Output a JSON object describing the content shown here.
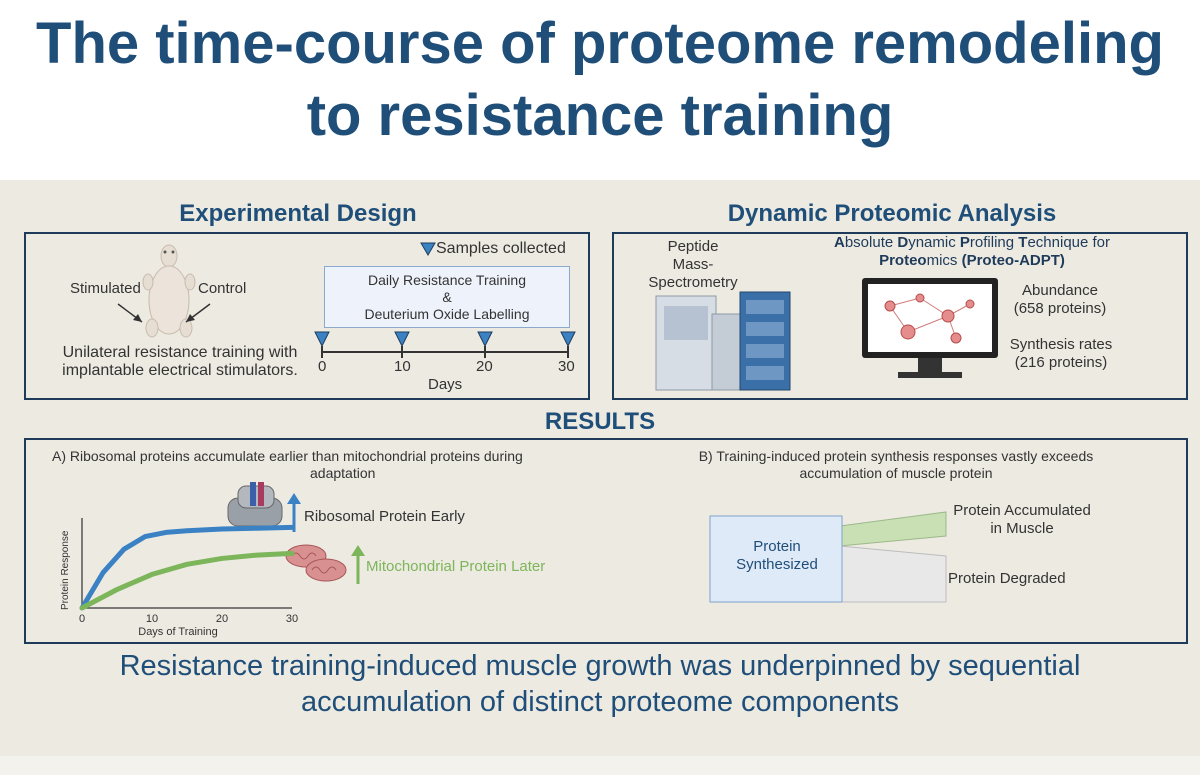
{
  "title": {
    "line1": "The time-course of proteome remodeling",
    "line2": "to resistance training"
  },
  "experimental_design": {
    "heading": "Experimental Design",
    "stimulated": "Stimulated",
    "control": "Control",
    "caption_line1": "Unilateral resistance training with",
    "caption_line2": "implantable electrical stimulators.",
    "samples_legend": "Samples collected",
    "protocol_line1": "Daily Resistance Training",
    "protocol_line2": "&",
    "protocol_line3": "Deuterium Oxide Labelling",
    "timeline_ticks": [
      "0",
      "10",
      "20",
      "30"
    ],
    "timeline_label": "Days"
  },
  "dynamic_analysis": {
    "heading": "Dynamic Proteomic Analysis",
    "ms_line1": "Peptide",
    "ms_line2": "Mass-Spectrometry",
    "adpt_line1_parts": [
      "A",
      "bsolute ",
      "D",
      "ynamic ",
      "P",
      "rofiling ",
      "T",
      "echnique for"
    ],
    "adpt_line2_parts": [
      "Proteo",
      "mics ",
      "(Proteo-ADPT)"
    ],
    "abundance_line1": "Abundance",
    "abundance_line2": "(658 proteins)",
    "synthesis_line1": "Synthesis rates",
    "synthesis_line2": "(216 proteins)"
  },
  "results": {
    "heading": "RESULTS",
    "panel_a": {
      "title_line1": "A) Ribosomal proteins accumulate earlier than mitochondrial proteins during",
      "title_line2": "adaptation",
      "ribosomal_label": "Ribosomal Protein Early",
      "mito_label": "Mitochondrial Protein Later",
      "ylabel": "Protein Response",
      "xlabel": "Days of Training",
      "xticks": [
        "0",
        "10",
        "20",
        "30"
      ]
    },
    "panel_b": {
      "title_line1": "B) Training-induced protein synthesis responses vastly exceeds",
      "title_line2": "accumulation of muscle protein",
      "synth_line1": "Protein",
      "synth_line2": "Synthesized",
      "accum_line1": "Protein Accumulated",
      "accum_line2": "in Muscle",
      "degraded": "Protein Degraded"
    }
  },
  "conclusion": {
    "line1": "Resistance training-induced muscle growth was underpinned by sequential",
    "line2": "accumulation of distinct proteome components"
  },
  "colors": {
    "title": "#1f4e79",
    "ribosomal": "#3b82c4",
    "mitochondrial": "#7cb55a",
    "panel_bg": "#edeae2",
    "border": "#1f3b5a"
  },
  "chart_data": {
    "type": "line",
    "xlabel": "Days of Training",
    "ylabel": "Protein Response",
    "xlim": [
      0,
      30
    ],
    "series": [
      {
        "name": "Ribosomal Protein Early",
        "x": [
          0,
          3,
          6,
          9,
          12,
          15,
          20,
          25,
          30
        ],
        "y": [
          0,
          0.42,
          0.7,
          0.85,
          0.9,
          0.92,
          0.94,
          0.95,
          0.96
        ]
      },
      {
        "name": "Mitochondrial Protein Later",
        "x": [
          0,
          5,
          10,
          15,
          20,
          25,
          30
        ],
        "y": [
          0,
          0.22,
          0.4,
          0.52,
          0.59,
          0.63,
          0.65
        ]
      }
    ]
  }
}
